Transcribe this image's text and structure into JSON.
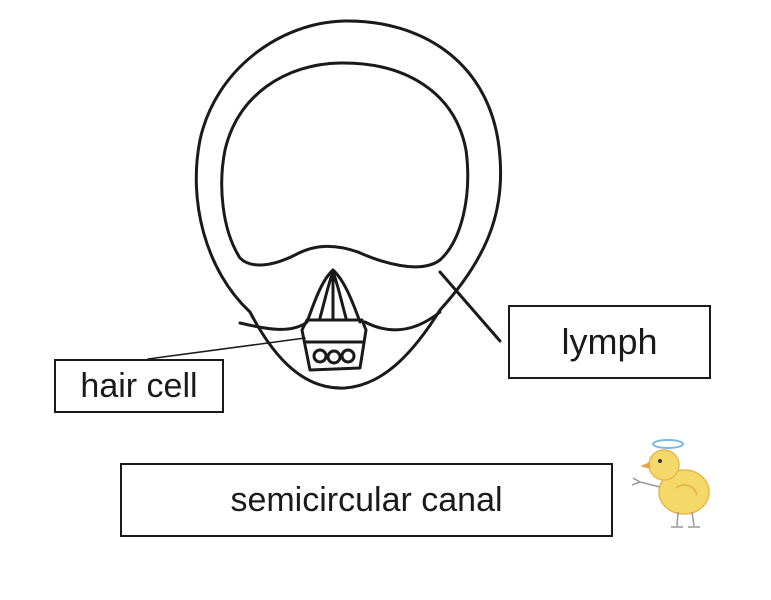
{
  "labels": {
    "lymph": "lymph",
    "hair_cell": "hair cell",
    "semicircular_canal": "semicircular canal"
  },
  "colors": {
    "ink": "#1a1a1a",
    "chick_body": "#f5d86a",
    "chick_shade": "#e8b84a",
    "chick_beak": "#e8a24a",
    "chick_halo": "#7ab8e0"
  },
  "icons": {
    "mascot": "chick-icon"
  }
}
